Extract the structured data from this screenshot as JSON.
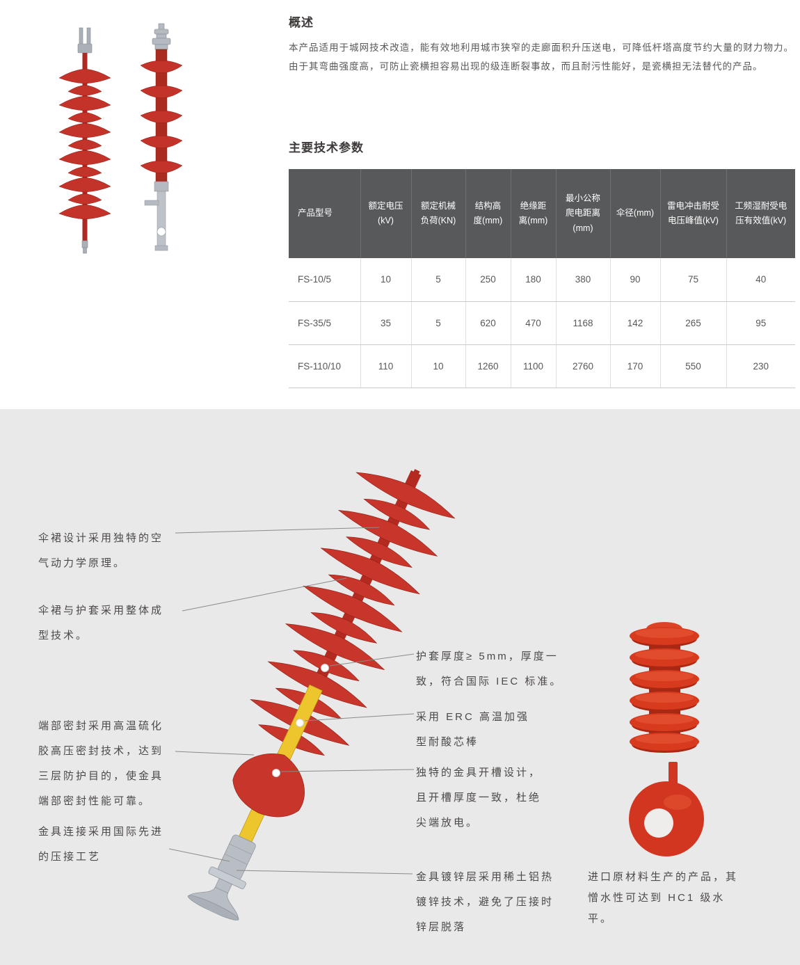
{
  "overview": {
    "title": "概述",
    "body": "本产品适用于城网技术改造，能有效地利用城市狭窄的走廊面积升压送电，可降低杆塔高度节约大量的财力物力。由于其弯曲强度高，可防止瓷横担容易出现的级连断裂事故，而且耐污性能好，是瓷横担无法替代的产品。"
  },
  "parameters": {
    "title": "主要技术参数",
    "headers": [
      "产品型号",
      "额定电压(kV)",
      "额定机械负荷(KN)",
      "结构高度(mm)",
      "绝缘距离(mm)",
      "最小公称爬电距离(mm)",
      "伞径(mm)",
      "雷电冲击耐受电压峰值(kV)",
      "工频湿耐受电压有效值(kV)"
    ],
    "rows": [
      [
        "FS-10/5",
        "10",
        "5",
        "250",
        "180",
        "380",
        "90",
        "75",
        "40"
      ],
      [
        "FS-35/5",
        "35",
        "5",
        "620",
        "470",
        "1168",
        "142",
        "265",
        "95"
      ],
      [
        "FS-110/10",
        "110",
        "10",
        "1260",
        "1100",
        "2760",
        "170",
        "550",
        "230"
      ]
    ]
  },
  "features": {
    "left": [
      "伞裙设计采用独特的空气动力学原理。",
      "伞裙与护套采用整体成型技术。",
      "端部密封采用高温硫化胶高压密封技术，达到三层防护目的，使金具端部密封性能可靠。",
      "金具连接采用国际先进的压接工艺"
    ],
    "right": [
      "护套厚度≥ 5mm，厚度一致，符合国际 IEC 标准。",
      "采用 ERC 高温加强型耐酸芯棒",
      "独特的金具开槽设计，且开槽厚度一致，杜绝尖端放电。",
      "金具镀锌层采用稀土铝热镀锌技术，避免了压接时锌层脱落"
    ],
    "caption": "进口原材料生产的产品，其憎水性可达到 HC1 级水平。"
  },
  "colors": {
    "accent_red": "#c8352a",
    "core_yellow": "#edc62e",
    "table_header_bg": "#58595b",
    "section_bg": "#e9e9e9",
    "metal_gray": "#b8bec4"
  }
}
